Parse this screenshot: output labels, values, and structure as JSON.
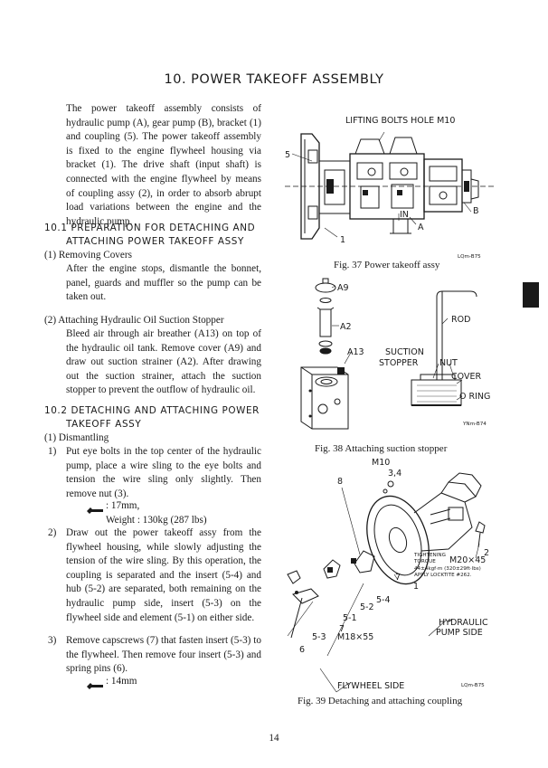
{
  "page": {
    "title": "10.  POWER TAKEOFF ASSEMBLY",
    "page_number": "14"
  },
  "intro": "The power takeoff assembly consists of hydraulic pump (A), gear pump (B), bracket (1) and coupling (5). The power takeoff assembly is fixed to the engine flywheel housing via bracket (1). The drive shaft (input shaft) is connected with the engine flywheel by means of coupling assy (2), in order to absorb abrupt load variations between the engine and the hydraulic pump.",
  "s101": {
    "heading_1": "10.1 PREPARATION  FOR  DETACHING  AND",
    "heading_2": "ATTACHING POWER TAKEOFF ASSY",
    "item1_title": "(1)  Removing Covers",
    "item1_body": "After the engine stops, dismantle the bonnet, panel, guards and muffler so the pump can be taken out.",
    "item2_title": "(2)  Attaching Hydraulic Oil Suction Stopper",
    "item2_body": "Bleed air through air breather (A13) on top of the hydraulic oil tank. Remove cover (A9) and draw out suction strainer (A2). After drawing out the suction strainer, attach the suction stopper to prevent the outflow of hydraulic oil."
  },
  "s102": {
    "heading_1": "10.2 DETACHING  AND  ATTACHING  POWER",
    "heading_2": "TAKEOFF ASSY",
    "item1_title": "(1)  Dismantling",
    "step1_num": "1)",
    "step1_body": "Put eye bolts in the top center of the hydraulic pump, place a wire sling to the eye bolts and tension the wire sling only slightly. Then remove nut (3).",
    "step1_tool": ": 17mm,",
    "step1_weight": "Weight : 130kg (287 lbs)",
    "step2_num": "2)",
    "step2_body": "Draw out the power takeoff assy from the flywheel housing, while slowly adjusting the tension of the wire sling. By this operation, the coupling is separated and the insert (5-4) and hub (5-2) are separated, both remaining on the hydraulic pump side, insert (5-3) on the flywheel side and element (5-1) on either side.",
    "step3_num": "3)",
    "step3_body": "Remove capscrews (7) that fasten insert (5-3) to the flywheel. Then remove four insert (5-3) and spring pins (6).",
    "step3_tool": ": 14mm"
  },
  "fig37": {
    "top_label": "LIFTING BOLTS HOLE M10",
    "label_5": "5",
    "label_in": "IN",
    "label_a": "A",
    "label_b": "B",
    "label_1": "1",
    "code": "LQm-B75",
    "caption": "Fig. 37  Power takeoff assy"
  },
  "fig38": {
    "label_a9": "A9",
    "label_a2": "A2",
    "label_a13": "A13",
    "label_rod": "ROD",
    "label_suction_1": "SUCTION",
    "label_suction_2": "STOPPER",
    "label_nut": "NUT",
    "label_cover": "COVER",
    "label_oring": "O RING",
    "code": "YNm-B74",
    "caption": "Fig. 38  Attaching suction stopper"
  },
  "fig39": {
    "label_m10": "M10",
    "label_34": "3,4",
    "label_8": "8",
    "label_2": "2",
    "torque_1": "TIGHTENING",
    "torque_2": "TORQUE",
    "label_m20": "M20×45",
    "torque_3": "44±4kgf·m (320±29ft·lbs)",
    "torque_4": "APPLY LOCKTITE #262.",
    "label_7a": "7",
    "label_1": "1",
    "label_54": "5-4",
    "label_52": "5-2",
    "label_51": "5-1",
    "label_7b": "7",
    "label_53": "5-3",
    "label_m18": "M18×55",
    "label_6": "6",
    "label_hyd_1": "HYDRAULIC",
    "label_hyd_2": "PUMP SIDE",
    "label_fly": "FLYWHEEL SIDE",
    "code": "LQm-B75",
    "caption": "Fig. 39  Detaching and attaching coupling"
  }
}
